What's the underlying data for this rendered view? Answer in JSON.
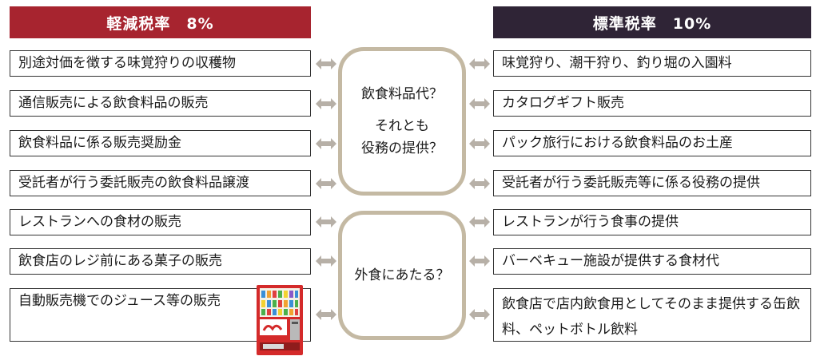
{
  "colors": {
    "left_header": "#a7242f",
    "right_header": "#2f2436",
    "pill_border": "#c4b9a3",
    "arrow": "#b7b0a7"
  },
  "headers": {
    "left": "軽減税率　8%",
    "right": "標準税率　10%"
  },
  "left_items": [
    "別途対価を徴する味覚狩りの収穫物",
    "通信販売による飲食料品の販売",
    "飲食料品に係る販売奨励金",
    "受託者が行う委託販売の飲食料品譲渡",
    "レストランへの食材の販売",
    "飲食店のレジ前にある菓子の販売",
    "自動販売機でのジュース等の販売"
  ],
  "right_items": [
    "味覚狩り、潮干狩り、釣り堀の入園料",
    "カタログギフト販売",
    "パック旅行における飲食料品のお土産",
    "受託者が行う委託販売等に係る役務の提供",
    "レストランが行う食事の提供",
    "バーベキュー施設が提供する食材代",
    "飲食店で店内飲食用としてそのまま提供する缶飲料、ペットボトル飲料"
  ],
  "center": {
    "top_q1": "飲食料品代？",
    "top_q2": "それとも",
    "top_q3": "役務の提供？",
    "bottom_q": "外食にあたる？"
  },
  "icons": {
    "vending_machine": "vending-machine-icon",
    "arrows": "double-headed-arrow-icon"
  }
}
